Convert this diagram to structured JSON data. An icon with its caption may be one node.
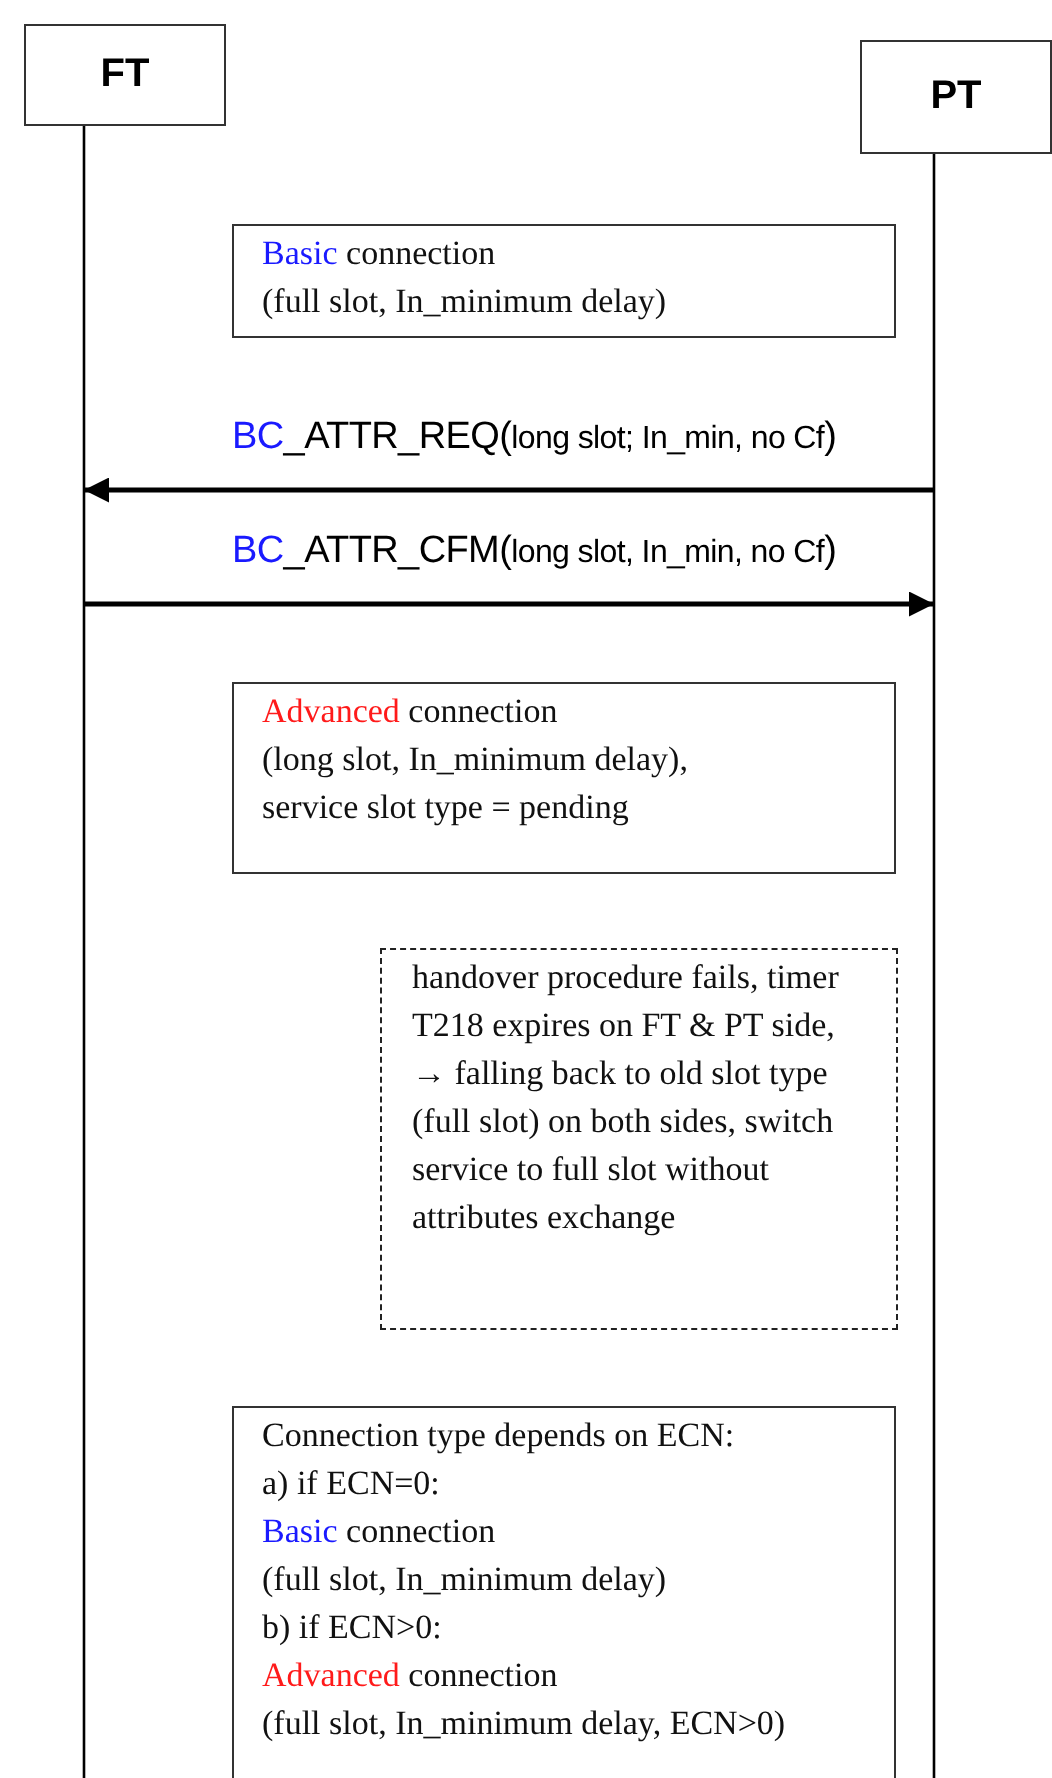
{
  "diagram": {
    "nodes": [
      {
        "text": [
          "FT"
        ]
      },
      {
        "text": [
          "PT"
        ]
      },
      {
        "text": [
          "Basic connection",
          "(full slot, In_minimum delay)"
        ]
      },
      {
        "text": [
          "Advanced connection",
          "(long slot, In_minimum delay),",
          "service slot type = pending"
        ]
      },
      {
        "text": [
          "handover procedure fails, timer T218 expires on FT & PT side,",
          "→ falling back to old slot type (full slot) on both sides, switch  service to full slot without attributes exchange"
        ]
      },
      {
        "text": [
          "Connection type depends on ECN:",
          "a) if ECN=0:",
          "Basic connection",
          "(full slot, In_minimum delay)",
          "b) if ECN>0:",
          "Advanced connection",
          "(full slot, In_minimum delay, ECN>0)"
        ]
      }
    ],
    "edges": [
      {
        "from": 1,
        "to": 0,
        "arrow": "to",
        "label": "BC_ATTR_REQ(long slot; In_min, no Cf)"
      },
      {
        "from": 0,
        "to": 1,
        "arrow": "to",
        "label": "BC_ATTR_CFM(long slot, In_min, no Cf)"
      }
    ]
  }
}
